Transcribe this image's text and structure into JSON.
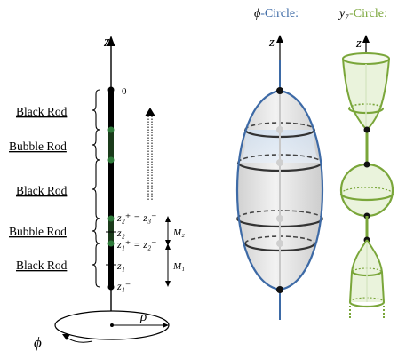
{
  "left_panel": {
    "axis_label": "z",
    "top_tick": "0",
    "segments": [
      {
        "label": "Black Rod"
      },
      {
        "label": "Bubble Rod"
      },
      {
        "label": "Black Rod"
      },
      {
        "label": "Bubble Rod"
      },
      {
        "label": "Black Rod"
      }
    ],
    "z_labels": {
      "z2p": "z₂⁺ = z₃⁻",
      "z2": "z₂",
      "z1p": "z₁⁺ = z₂⁻",
      "z1": "z₁",
      "z1m": "z₁⁻"
    },
    "m2": "M₂",
    "m1": "M₁",
    "rho": "ρ",
    "phi": "ϕ"
  },
  "middle_panel": {
    "title_symbol": "ϕ",
    "title_suffix": "-Circle:",
    "axis_label": "z",
    "title_color": "#3d6aa6"
  },
  "right_panel": {
    "title_symbol": "y₇",
    "title_suffix": "-Circle:",
    "axis_label": "z",
    "title_color": "#7aa63a"
  },
  "colors": {
    "blue": "#3d6aa6",
    "green": "#7aa63a",
    "green_fill": "#eaf3dc",
    "grey_fill": "#dcdcdc"
  }
}
